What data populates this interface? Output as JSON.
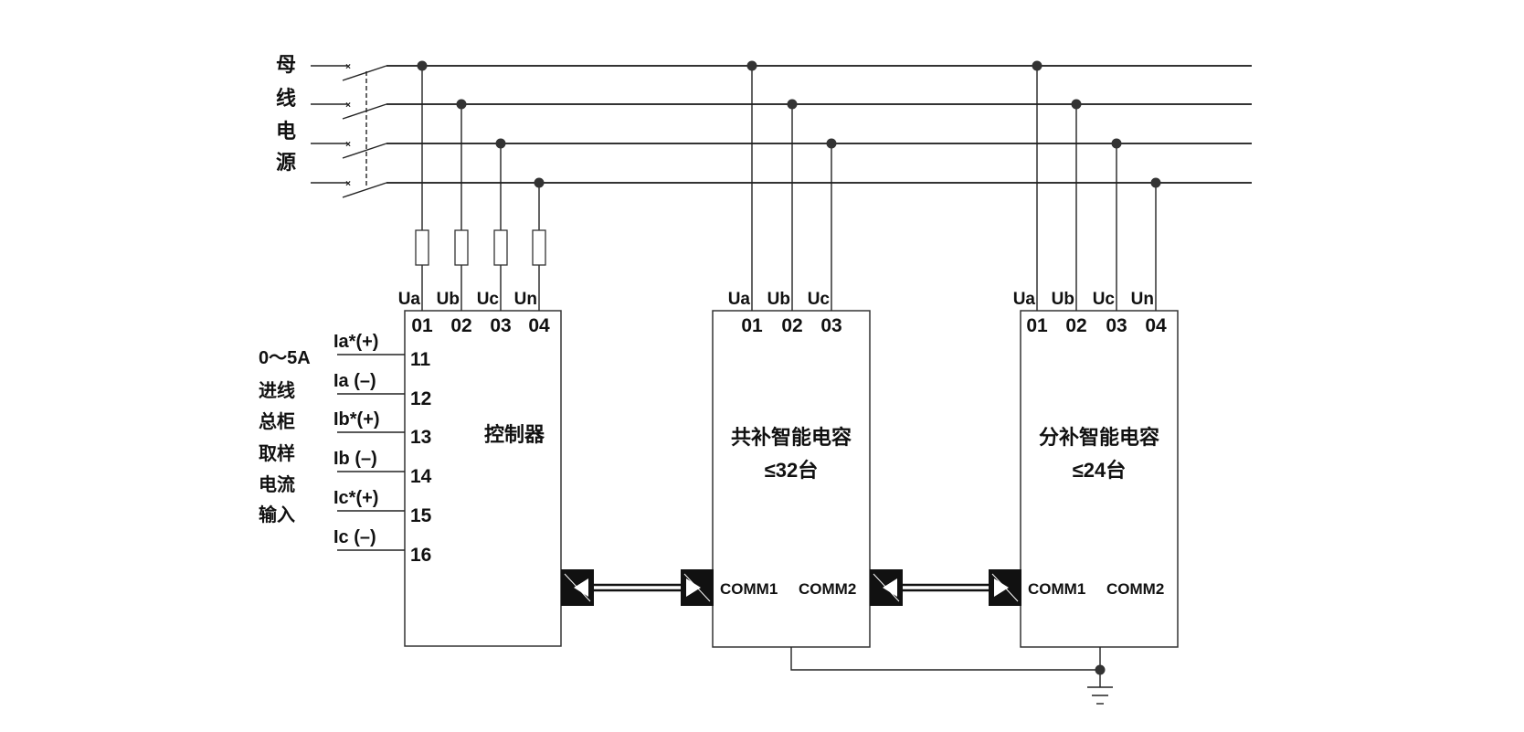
{
  "bus_label": [
    "母",
    "线",
    "电",
    "源"
  ],
  "input_caption": [
    "0～5A",
    "进线",
    "总柜",
    "取样",
    "电流",
    "输入"
  ],
  "controller": {
    "title": "控制器",
    "voltage_terminals": [
      {
        "label": "Ua",
        "num": "01"
      },
      {
        "label": "Ub",
        "num": "02"
      },
      {
        "label": "Uc",
        "num": "03"
      },
      {
        "label": "Un",
        "num": "04"
      }
    ],
    "current_inputs": [
      {
        "label": "Ia*(+)",
        "num": "11"
      },
      {
        "label": "Ia  (–)",
        "num": "12"
      },
      {
        "label": "Ib*(+)",
        "num": "13"
      },
      {
        "label": "Ib  (–)",
        "num": "14"
      },
      {
        "label": "Ic*(+)",
        "num": "15"
      },
      {
        "label": "Ic  (–)",
        "num": "16"
      }
    ]
  },
  "common_capacitor": {
    "title": "共补智能电容",
    "count": "≤32台",
    "voltage_terminals": [
      {
        "label": "Ua",
        "num": "01"
      },
      {
        "label": "Ub",
        "num": "02"
      },
      {
        "label": "Uc",
        "num": "03"
      }
    ],
    "comm": [
      "COMM1",
      "COMM2"
    ]
  },
  "split_capacitor": {
    "title": "分补智能电容",
    "count": "≤24台",
    "voltage_terminals": [
      {
        "label": "Ua",
        "num": "01"
      },
      {
        "label": "Ub",
        "num": "02"
      },
      {
        "label": "Uc",
        "num": "03"
      },
      {
        "label": "Un",
        "num": "04"
      }
    ],
    "comm": [
      "COMM1",
      "COMM2"
    ]
  }
}
